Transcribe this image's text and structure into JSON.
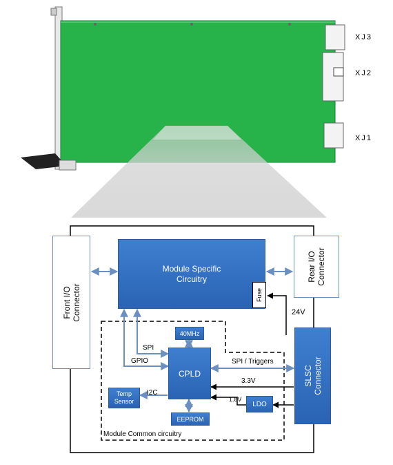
{
  "board": {
    "connectors": [
      "XJ3",
      "XJ2",
      "XJ1"
    ]
  },
  "diagram": {
    "front_io": "Front I/O\nConnector",
    "rear_io": "Rear I/O\nConnector",
    "slsc": "SLSC\nConnector",
    "module_specific": "Module Specific\nCircuitry",
    "fuse": "Fuse",
    "v24": "24V",
    "osc": "40MHz",
    "cpld": "CPLD",
    "temp_sensor": "Temp\nSensor",
    "eeprom": "EEPROM",
    "ldo": "LDO",
    "spi": "SPI",
    "gpio": "GPIO",
    "spi_triggers": "SPI / Triggers",
    "v33": "3.3V",
    "v18": "1.8V",
    "i2c": "I2C",
    "common_label": "Module Common circuitry"
  }
}
